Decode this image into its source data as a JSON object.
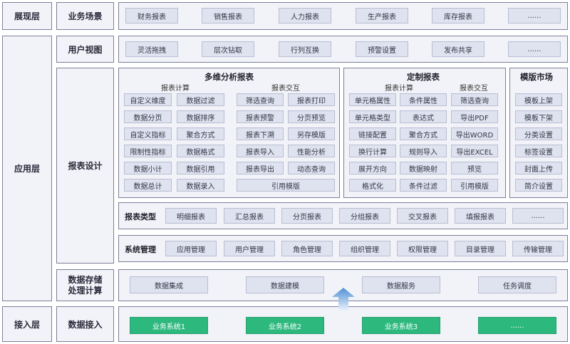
{
  "layers": {
    "presentation": "展现层",
    "application": "应用层",
    "access": "接入层"
  },
  "business": {
    "label": "业务场景",
    "items": [
      "财务报表",
      "销售报表",
      "人力报表",
      "生产报表",
      "库存报表",
      "......"
    ]
  },
  "user_view": {
    "label": "用户视图",
    "items": [
      "灵活拖拽",
      "层次钻取",
      "行列互换",
      "预警设置",
      "发布共享",
      "......"
    ]
  },
  "report_design": {
    "label": "报表设计",
    "multi": {
      "title": "多维分析报表",
      "sub_left": "报表计算",
      "sub_right": "报表交互",
      "rows": [
        [
          "自定义维度",
          "数据过滤",
          "筛选查询",
          "报表打印"
        ],
        [
          "数据分页",
          "数据排序",
          "报表预警",
          "分页预览"
        ],
        [
          "自定义指标",
          "聚合方式",
          "报表下溯",
          "另存模版"
        ],
        [
          "限制性指标",
          "数据格式",
          "报表导入",
          "性能分析"
        ],
        [
          "数据小计",
          "数据引用",
          "报表导出",
          "动态查询"
        ],
        [
          "数据总计",
          "数据录入",
          "引用模版"
        ]
      ]
    },
    "custom": {
      "title": "定制报表",
      "sub_left": "报表计算",
      "sub_right": "报表交互",
      "rows": [
        [
          "单元格属性",
          "条件属性",
          "筛选查询"
        ],
        [
          "单元格类型",
          "表达式",
          "导出PDF"
        ],
        [
          "链接配置",
          "聚合方式",
          "导出WORD"
        ],
        [
          "换行计算",
          "规则导入",
          "导出EXCEL"
        ],
        [
          "展开方向",
          "数据映射",
          "预览"
        ],
        [
          "格式化",
          "条件过滤",
          "引用模版"
        ]
      ]
    },
    "market": {
      "title": "模版市场",
      "items": [
        "模板上架",
        "模板下架",
        "分类设置",
        "标签设置",
        "封面上传",
        "简介设置"
      ]
    }
  },
  "report_type": {
    "label": "报表类型",
    "items": [
      "明细报表",
      "汇总报表",
      "分页报表",
      "分组报表",
      "交叉报表",
      "填报报表",
      "......"
    ]
  },
  "system": {
    "label": "系统管理",
    "items": [
      "应用管理",
      "用户管理",
      "角色管理",
      "组织管理",
      "权限管理",
      "目录管理",
      "传输管理"
    ]
  },
  "storage": {
    "label_line1": "数据存储",
    "label_line2": "处理计算",
    "items": [
      "数据集成",
      "数据建模",
      "数据服务",
      "任务调度"
    ]
  },
  "access": {
    "label": "数据接入",
    "items": [
      "业务系统1",
      "业务系统2",
      "业务系统3",
      "......"
    ]
  },
  "colors": {
    "green": "#2db87e",
    "arrow_top": "#4f8fd6",
    "arrow_bottom": "#eaf2fb"
  }
}
